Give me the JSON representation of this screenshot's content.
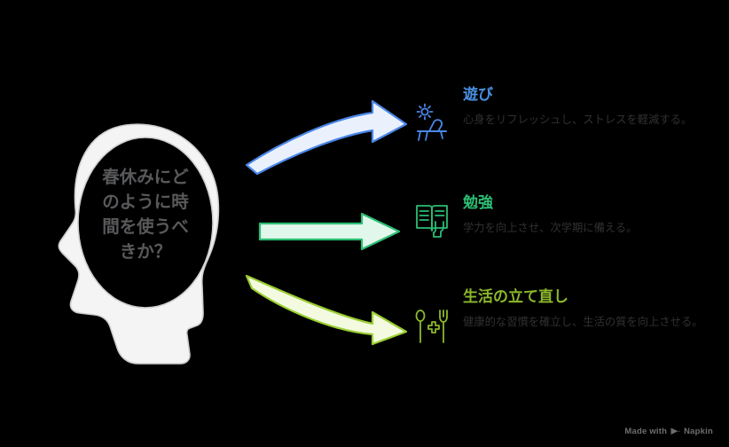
{
  "background_color": "#000000",
  "central": {
    "icon": "head-silhouette-icon",
    "question": "春休みにどのように時間を使うべきか？",
    "question_lines": [
      "春休みにど",
      "のように時",
      "間を使うべ",
      "きか？"
    ],
    "text_color": "#58595b",
    "shape_color": "#f4f4f4"
  },
  "branches": [
    {
      "id": "play",
      "icon": "beach-chair-sun-icon",
      "title": "遊び",
      "title_color": "#4a90e2",
      "description": "心身をリフレッシュし、ストレスを軽減する。",
      "arrow": {
        "name": "curved-arrow-up-right",
        "outline_color": "#4a86e8",
        "fill_color": "#eaf1fd",
        "direction": "up-right"
      }
    },
    {
      "id": "study",
      "icon": "open-book-hand-icon",
      "title": "勉強",
      "title_color": "#2dbd74",
      "description": "学力を向上させ、次学期に備える。",
      "arrow": {
        "name": "straight-arrow-right",
        "outline_color": "#2dbd74",
        "fill_color": "#e2f7ec",
        "direction": "right"
      }
    },
    {
      "id": "life",
      "icon": "fork-spoon-health-cross-icon",
      "title": "生活の立て直し",
      "title_color": "#8cb82b",
      "description": "健康的な習慣を確立し、生活の質を向上させる。",
      "arrow": {
        "name": "curved-arrow-down-right",
        "outline_color": "#9acd32",
        "fill_color": "#f4fae0",
        "direction": "down-right"
      }
    }
  ],
  "watermark": {
    "prefix": "Made with",
    "brand": "Napkin",
    "icon": "napkin-logo-icon",
    "color": "#6e6e6e"
  }
}
